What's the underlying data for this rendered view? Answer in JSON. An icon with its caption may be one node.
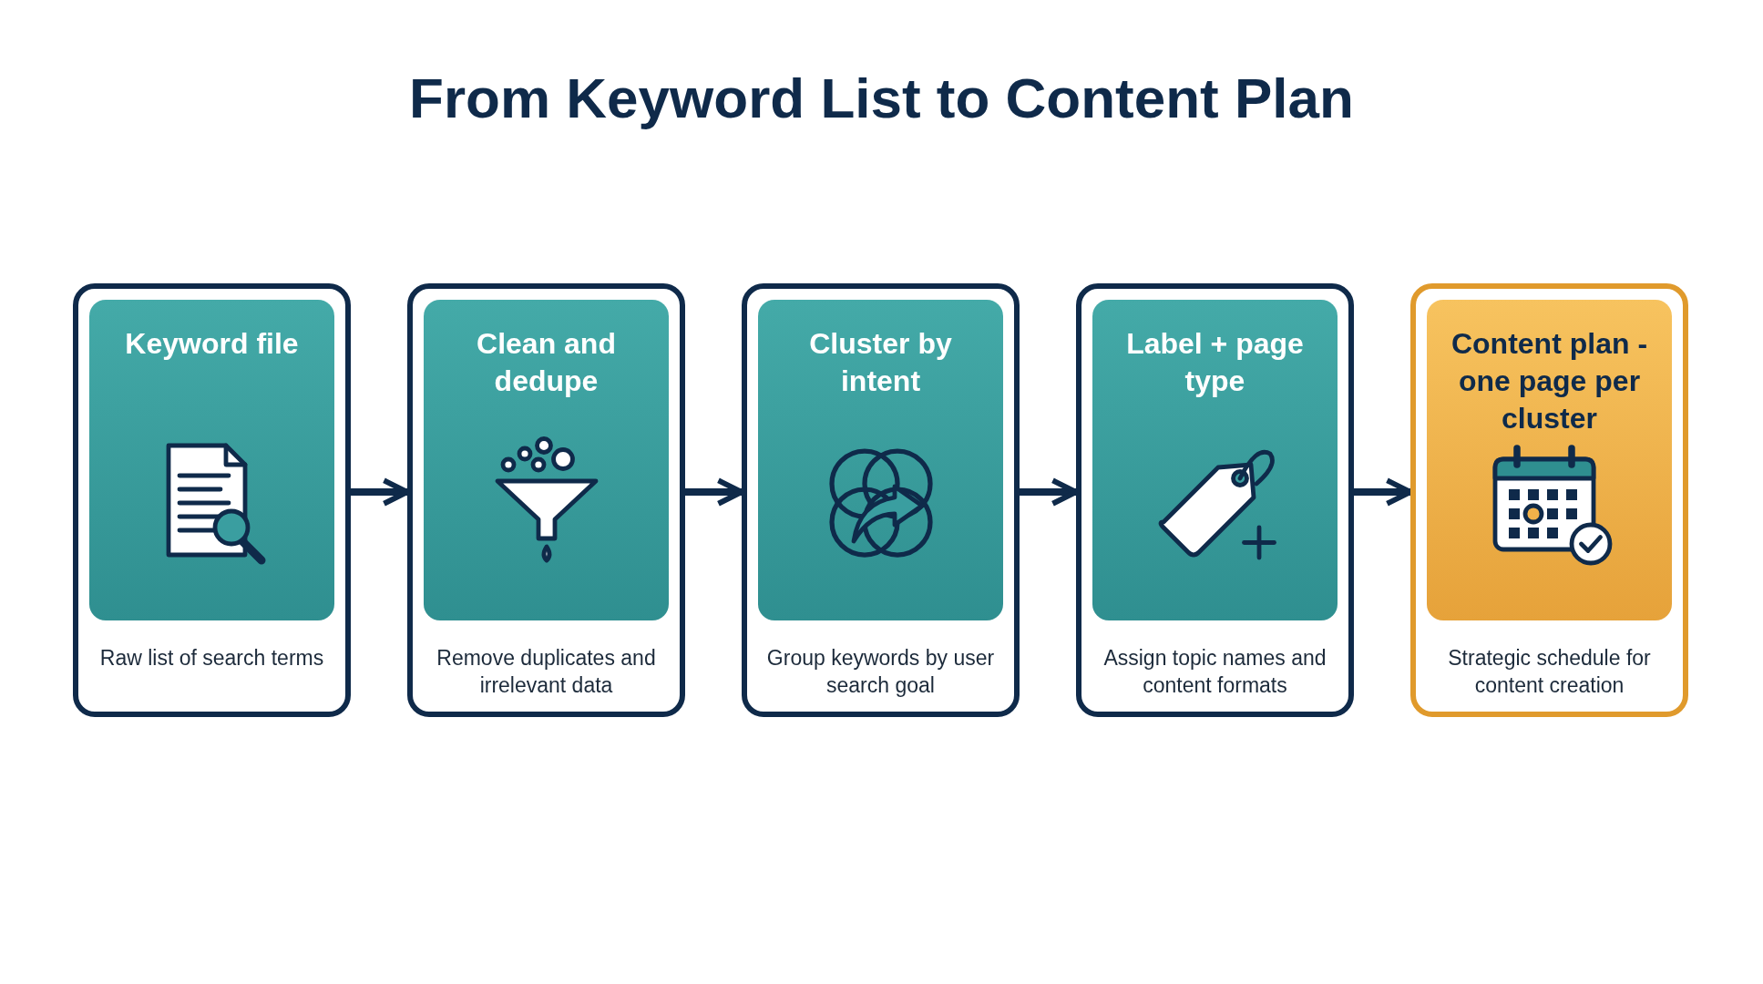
{
  "diagram": {
    "title": "From Keyword List to Content Plan",
    "nodes": [
      {
        "text": [
          "Keyword file",
          "Raw list of search terms"
        ]
      },
      {
        "text": [
          "Clean and dedupe",
          "Remove duplicates and irrelevant data"
        ]
      },
      {
        "text": [
          "Cluster by intent",
          "Group keywords by user search goal"
        ]
      },
      {
        "text": [
          "Label + page type",
          "Assign topic names and content formats"
        ]
      },
      {
        "text": [
          "Content plan - one page per cluster",
          "Strategic schedule for content creation"
        ]
      }
    ],
    "edges": [
      {
        "from": 0,
        "to": 1,
        "arrow": "to"
      },
      {
        "from": 1,
        "to": 2,
        "arrow": "to"
      },
      {
        "from": 2,
        "to": 3,
        "arrow": "to"
      },
      {
        "from": 3,
        "to": 4,
        "arrow": "to"
      }
    ]
  }
}
